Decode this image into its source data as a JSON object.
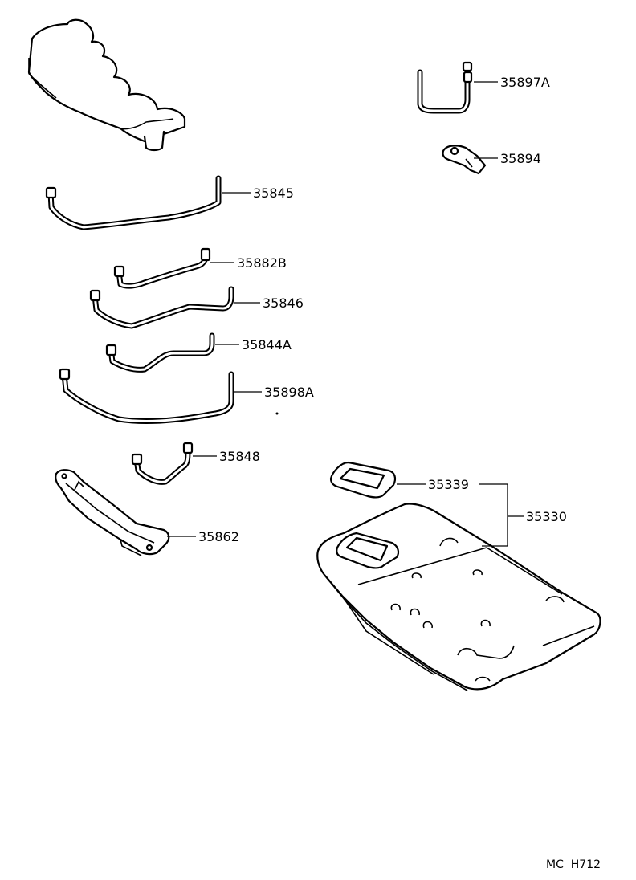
{
  "parts": {
    "p35897A": "35897A",
    "p35894": "35894",
    "p35845": "35845",
    "p35882B": "35882B",
    "p35846": "35846",
    "p35844A": "35844A",
    "p35898A": "35898A",
    "p35848": "35848",
    "p35862": "35862",
    "p35339": "35339",
    "p35330": "35330"
  },
  "footer": {
    "code": "MC  H712"
  }
}
